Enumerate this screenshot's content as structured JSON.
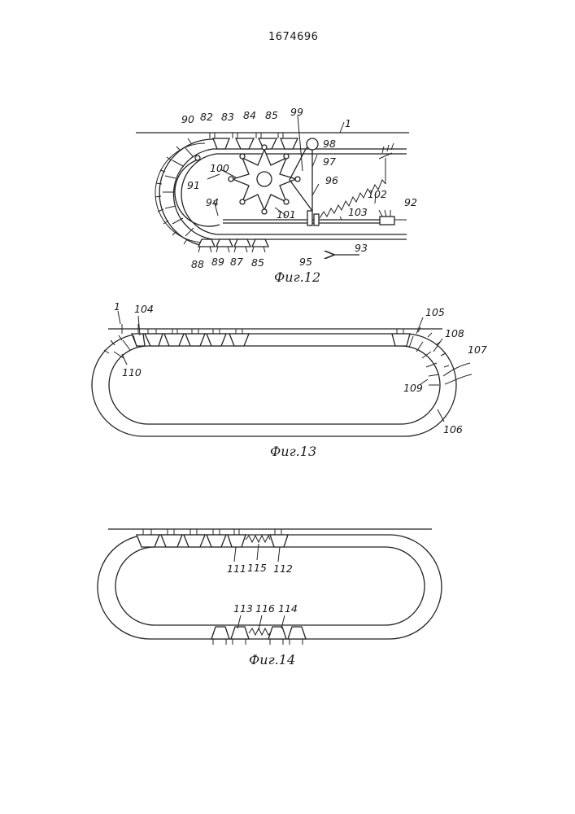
{
  "patent_number": "1674696",
  "figures": [
    {
      "caption": "Фиг.12",
      "labels": [
        "1",
        "90",
        "82",
        "83",
        "84",
        "85",
        "99",
        "98",
        "97",
        "100",
        "96",
        "91",
        "94",
        "101",
        "102",
        "92",
        "103",
        "95",
        "93",
        "88",
        "89",
        "87",
        "85"
      ]
    },
    {
      "caption": "Фиг.13",
      "labels": [
        "1",
        "104",
        "105",
        "108",
        "107",
        "110",
        "109",
        "106"
      ]
    },
    {
      "caption": "Фиг.14",
      "labels": [
        "111",
        "115",
        "112",
        "113",
        "116",
        "114"
      ]
    }
  ]
}
